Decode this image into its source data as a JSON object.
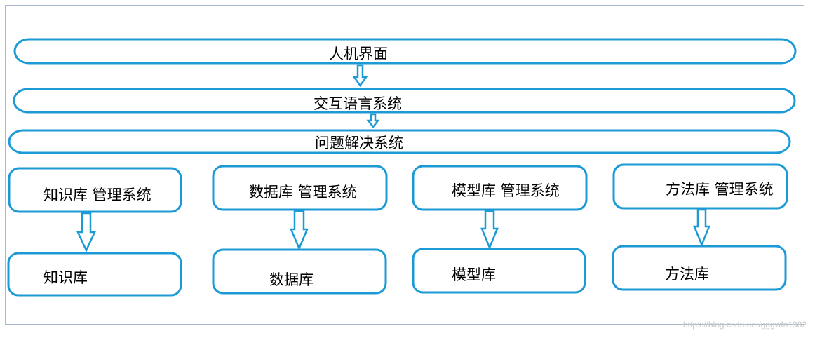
{
  "layers": {
    "ui": "人机界面",
    "dialog": "交互语言系统",
    "solver": "问题解决系统"
  },
  "subsystems": [
    {
      "manager": "知识库 管理系统",
      "base": "知识库"
    },
    {
      "manager": "数据库 管理系统",
      "base": "数据库"
    },
    {
      "manager": "模型库 管理系统",
      "base": "模型库"
    },
    {
      "manager": "方法库 管理系统",
      "base": "方法库"
    }
  ],
  "watermark": "https://blog.csdn.net/gggwfn1982",
  "colors": {
    "stroke": "#1c9ad6",
    "frame": "#a8b8d0",
    "text": "#000000",
    "watermark": "#c8c8c8"
  }
}
